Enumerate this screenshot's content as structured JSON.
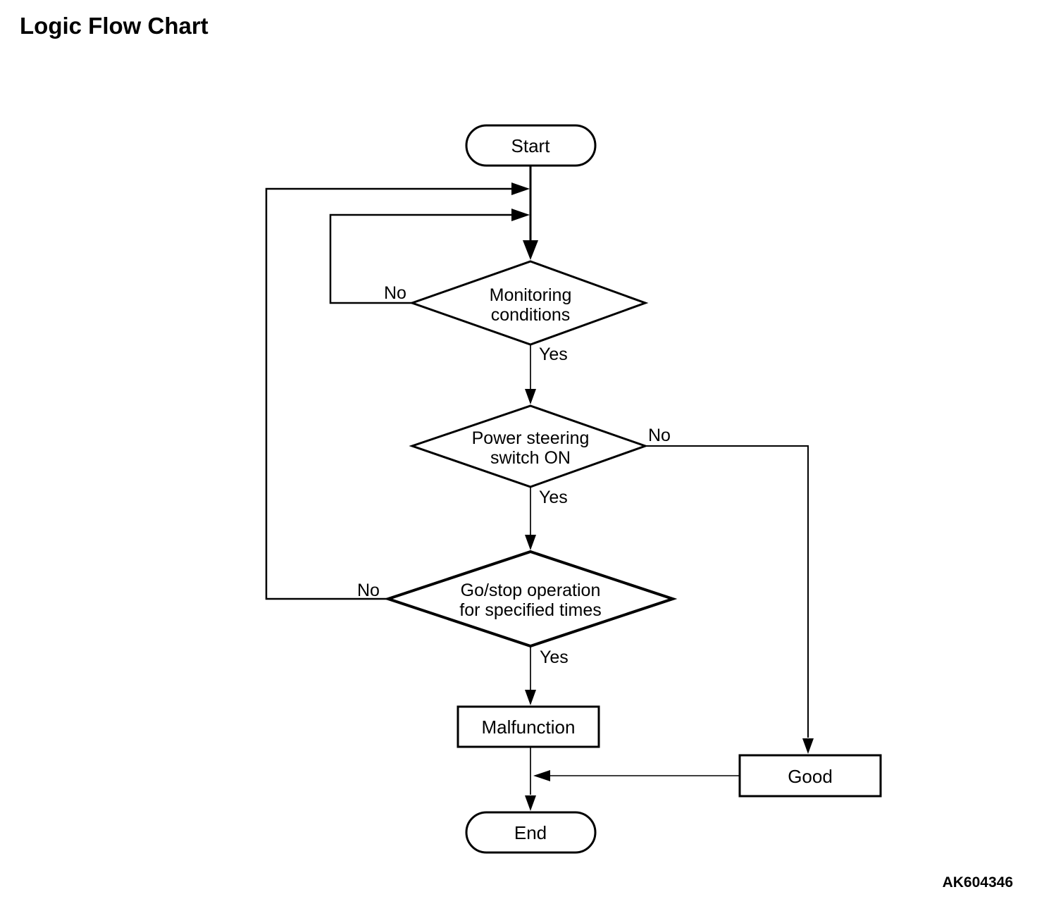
{
  "title": "Logic Flow Chart",
  "figure_code": "AK604346",
  "colors": {
    "ink": "#000000",
    "background": "#ffffff"
  },
  "flowchart": {
    "nodes": {
      "start": {
        "type": "terminator",
        "label": "Start"
      },
      "monitoring": {
        "type": "decision",
        "line1": "Monitoring",
        "line2": "conditions"
      },
      "power_steering": {
        "type": "decision",
        "line1": "Power steering",
        "line2": "switch ON"
      },
      "go_stop": {
        "type": "decision",
        "line1": "Go/stop operation",
        "line2": "for specified times"
      },
      "malfunction": {
        "type": "process",
        "label": "Malfunction"
      },
      "good": {
        "type": "process",
        "label": "Good"
      },
      "end": {
        "type": "terminator",
        "label": "End"
      }
    },
    "labels": {
      "monitoring_no": "No",
      "monitoring_yes": "Yes",
      "power_no": "No",
      "power_yes": "Yes",
      "gostop_no": "No",
      "gostop_yes": "Yes"
    },
    "edges": [
      {
        "from": "start",
        "to": "monitoring",
        "label": ""
      },
      {
        "from": "monitoring",
        "to": "monitoring",
        "label": "No",
        "note": "loops back above decision"
      },
      {
        "from": "monitoring",
        "to": "power_steering",
        "label": "Yes"
      },
      {
        "from": "power_steering",
        "to": "good",
        "label": "No"
      },
      {
        "from": "power_steering",
        "to": "go_stop",
        "label": "Yes"
      },
      {
        "from": "go_stop",
        "to": "monitoring",
        "label": "No",
        "note": "outer loop back to top"
      },
      {
        "from": "go_stop",
        "to": "malfunction",
        "label": "Yes"
      },
      {
        "from": "malfunction",
        "to": "end",
        "label": ""
      },
      {
        "from": "good",
        "to": "end",
        "label": ""
      }
    ]
  }
}
